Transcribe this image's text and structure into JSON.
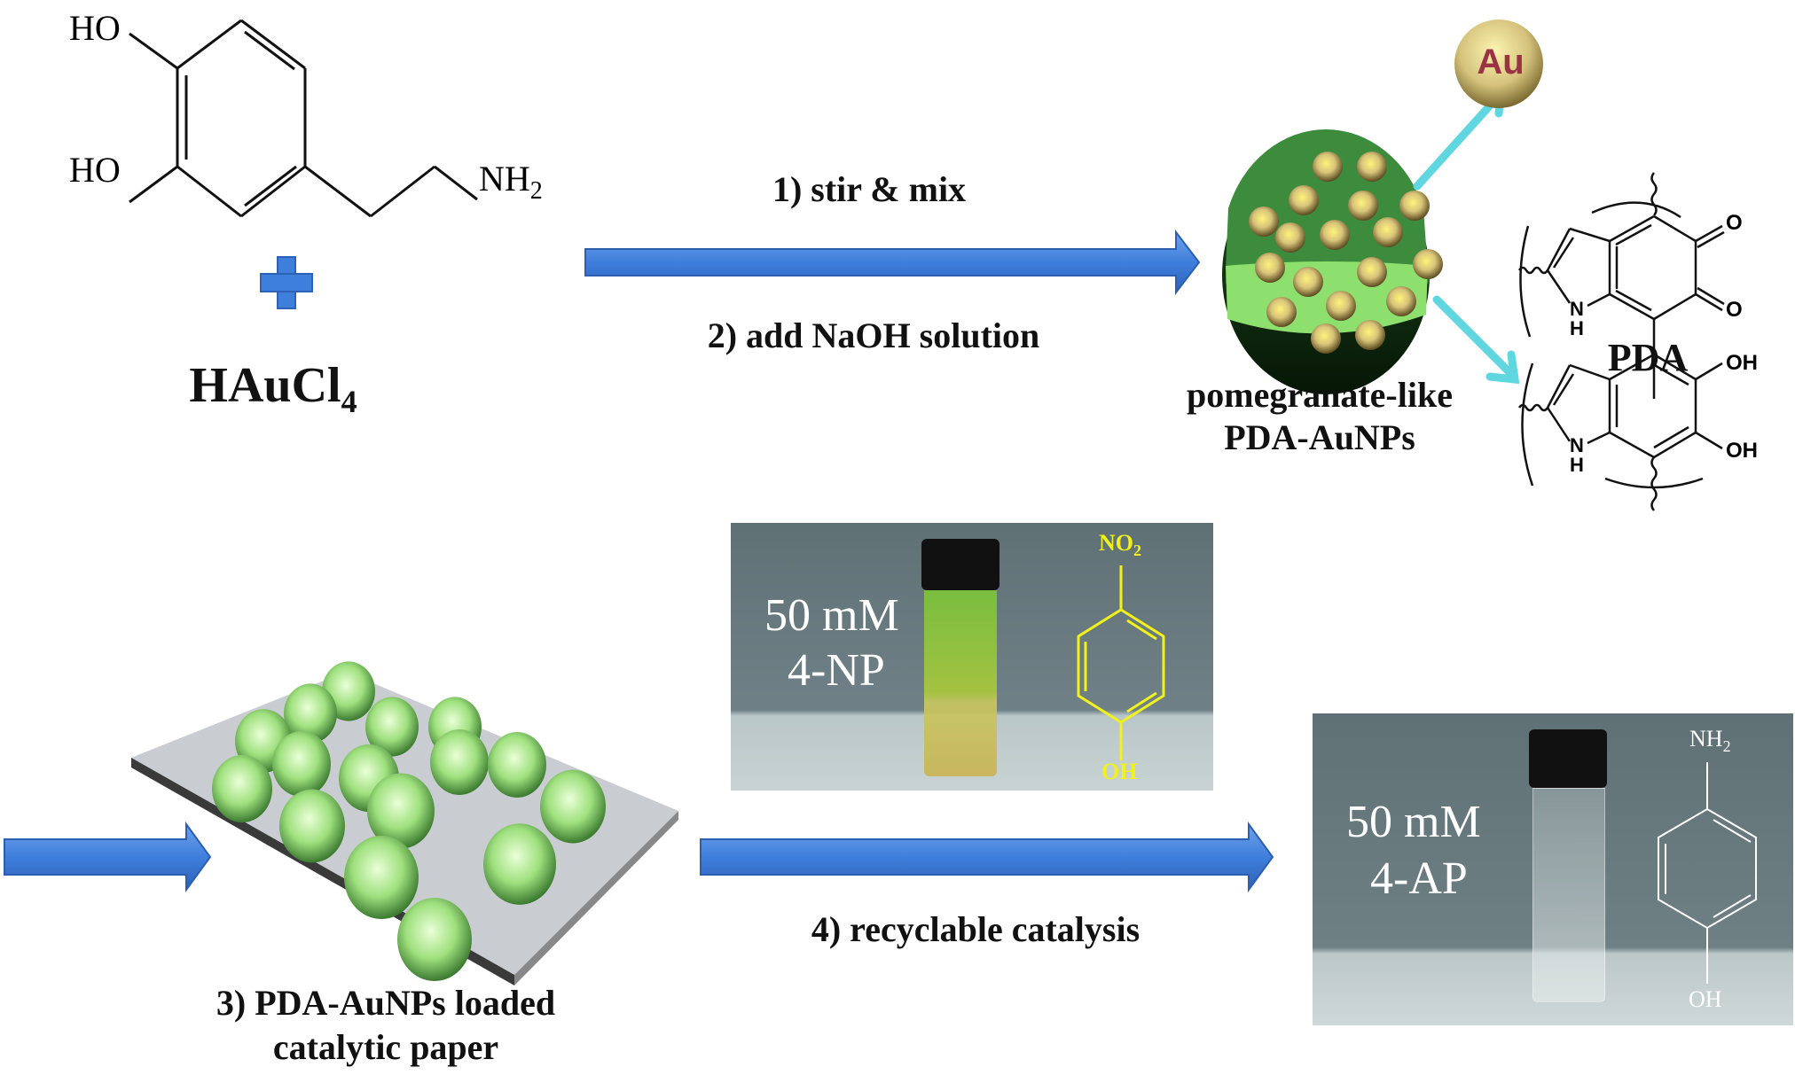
{
  "reactants": {
    "dopamine": {
      "oh_top": "HO",
      "oh_bottom": "HO",
      "amine": "NH",
      "amine_sub": "2"
    },
    "plus": "+",
    "gold_salt": {
      "text": "HAuCl",
      "sub": "4"
    }
  },
  "step1": {
    "label_top": "1) stir & mix",
    "label_bottom": "2) add NaOH solution"
  },
  "product": {
    "au_label": "Au",
    "caption_line1": "pomegranate-like",
    "caption_line2": "PDA-AuNPs",
    "pda_label": "PDA",
    "pda_atoms": {
      "o1": "O",
      "o2": "O",
      "nh1_n": "N",
      "nh1_h": "H",
      "oh1": "OH",
      "oh2": "OH",
      "nh2_n": "N",
      "nh2_h": "H"
    }
  },
  "step3": {
    "line1": "3) PDA-AuNPs loaded",
    "line2": "catalytic paper"
  },
  "step4": {
    "label": "4) recyclable catalysis"
  },
  "photo_before": {
    "line1": "50 mM",
    "line2": "4-NP",
    "top_group": "NO",
    "top_sub": "2",
    "bottom_group": "OH",
    "structure_color": "#f2f21a"
  },
  "photo_after": {
    "line1": "50 mM",
    "line2": "4-AP",
    "top_group": "NH",
    "top_sub": "2",
    "bottom_group": "OH",
    "structure_color": "#ffffff"
  },
  "colors": {
    "arrow_blue": "#3f7fdc",
    "pda_dark_green": "#2e7d2e",
    "pda_light_green": "#8de06e",
    "nanoparticle_gold": "#d8c47a",
    "pointer_cyan": "#5fd6e0",
    "au_text": "#9a3344"
  }
}
